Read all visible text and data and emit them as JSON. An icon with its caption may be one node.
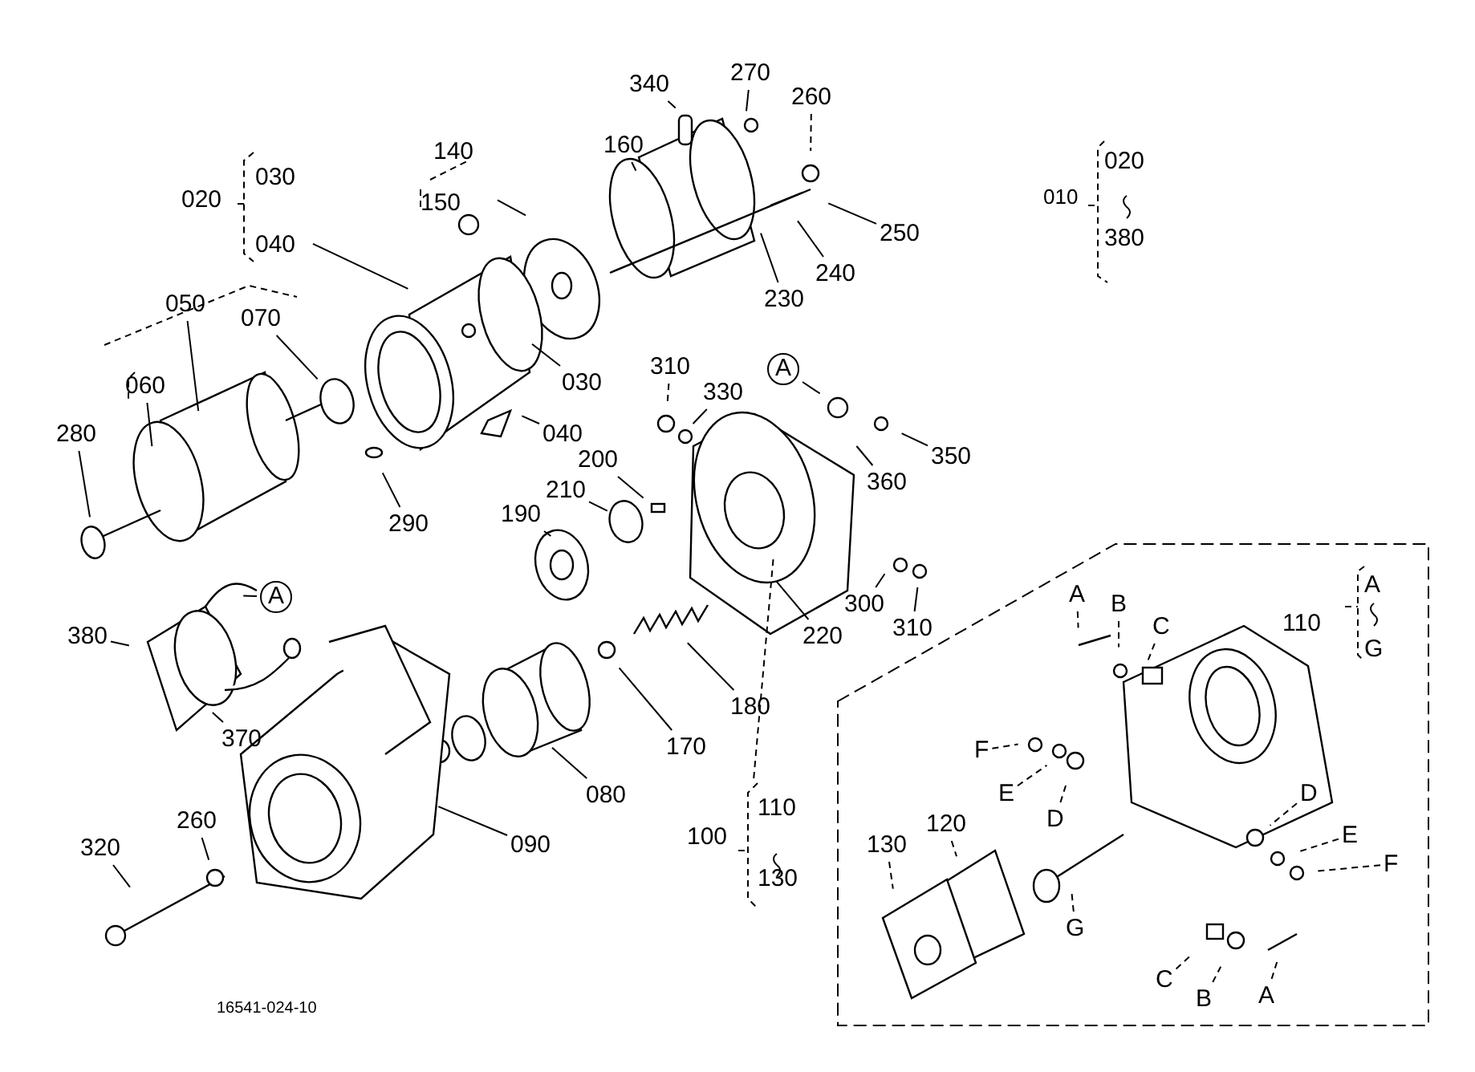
{
  "diagram": {
    "nodes": [
      {
        "text": [
          "270"
        ]
      },
      {
        "text": [
          "340"
        ]
      },
      {
        "text": [
          "260"
        ]
      },
      {
        "text": [
          "140",
          "150"
        ]
      },
      {
        "text": [
          "160"
        ]
      },
      {
        "text": [
          "020",
          "030",
          "040"
        ]
      },
      {
        "text": [
          "250"
        ]
      },
      {
        "text": [
          "240"
        ]
      },
      {
        "text": [
          "230"
        ]
      },
      {
        "text": [
          "050"
        ]
      },
      {
        "text": [
          "070"
        ]
      },
      {
        "text": [
          "060"
        ]
      },
      {
        "text": [
          "030"
        ]
      },
      {
        "text": [
          "040"
        ]
      },
      {
        "text": [
          "310"
        ]
      },
      {
        "text": [
          "330"
        ]
      },
      {
        "text": [
          "A"
        ]
      },
      {
        "text": [
          "350"
        ]
      },
      {
        "text": [
          "360"
        ]
      },
      {
        "text": [
          "280"
        ]
      },
      {
        "text": [
          "290"
        ]
      },
      {
        "text": [
          "200"
        ]
      },
      {
        "text": [
          "210"
        ]
      },
      {
        "text": [
          "190"
        ]
      },
      {
        "text": [
          "A"
        ]
      },
      {
        "text": [
          "380"
        ]
      },
      {
        "text": [
          "300"
        ]
      },
      {
        "text": [
          "310"
        ]
      },
      {
        "text": [
          "220"
        ]
      },
      {
        "text": [
          "180"
        ]
      },
      {
        "text": [
          "170"
        ]
      },
      {
        "text": [
          "370"
        ]
      },
      {
        "text": [
          "080"
        ]
      },
      {
        "text": [
          "100",
          "110",
          "130"
        ]
      },
      {
        "text": [
          "260"
        ]
      },
      {
        "text": [
          "320"
        ]
      },
      {
        "text": [
          "090"
        ]
      },
      {
        "text": [],
        "shape": "box"
      },
      {
        "text": [
          "A"
        ],
        "in": 37
      },
      {
        "text": [
          "B"
        ],
        "in": 37
      },
      {
        "text": [
          "C"
        ],
        "in": 37
      },
      {
        "text": [
          "F"
        ],
        "in": 37
      },
      {
        "text": [
          "E"
        ],
        "in": 37
      },
      {
        "text": [
          "D"
        ],
        "in": 37
      },
      {
        "text": [
          "120"
        ],
        "in": 37
      },
      {
        "text": [
          "130"
        ],
        "in": 37
      },
      {
        "text": [
          "D"
        ],
        "in": 37
      },
      {
        "text": [
          "E"
        ],
        "in": 37
      },
      {
        "text": [
          "F"
        ],
        "in": 37
      },
      {
        "text": [
          "G"
        ],
        "in": 37
      },
      {
        "text": [
          "C"
        ],
        "in": 37
      },
      {
        "text": [
          "B"
        ],
        "in": 37
      },
      {
        "text": [
          "A"
        ],
        "in": 37
      }
    ],
    "edges": [
      {
        "from": 0,
        "to": null,
        "arrow": "none"
      },
      {
        "from": 1,
        "to": null,
        "arrow": "none"
      },
      {
        "from": 2,
        "to": null,
        "arrow": "none",
        "style": "dashed"
      },
      {
        "from": 3,
        "to": null,
        "arrow": "none"
      },
      {
        "from": 4,
        "to": null,
        "arrow": "none"
      },
      {
        "from": 5,
        "to": null,
        "arrow": "none"
      },
      {
        "from": 6,
        "to": null,
        "arrow": "none"
      },
      {
        "from": 7,
        "to": null,
        "arrow": "none"
      },
      {
        "from": 8,
        "to": null,
        "arrow": "none"
      },
      {
        "from": 9,
        "to": null,
        "arrow": "none"
      },
      {
        "from": 10,
        "to": null,
        "arrow": "none"
      },
      {
        "from": 11,
        "to": null,
        "arrow": "none"
      },
      {
        "from": 12,
        "to": null,
        "arrow": "none"
      },
      {
        "from": 13,
        "to": null,
        "arrow": "none"
      },
      {
        "from": 14,
        "to": null,
        "arrow": "none",
        "style": "dashed"
      },
      {
        "from": 15,
        "to": null,
        "arrow": "none"
      },
      {
        "from": 16,
        "to": null,
        "arrow": "none"
      },
      {
        "from": 17,
        "to": null,
        "arrow": "none"
      },
      {
        "from": 18,
        "to": null,
        "arrow": "none"
      },
      {
        "from": 19,
        "to": null,
        "arrow": "none"
      },
      {
        "from": 20,
        "to": null,
        "arrow": "none"
      },
      {
        "from": 21,
        "to": null,
        "arrow": "none"
      },
      {
        "from": 22,
        "to": null,
        "arrow": "none"
      },
      {
        "from": 23,
        "to": null,
        "arrow": "none"
      },
      {
        "from": 24,
        "to": null,
        "arrow": "none"
      },
      {
        "from": 25,
        "to": null,
        "arrow": "none"
      },
      {
        "from": 26,
        "to": null,
        "arrow": "none"
      },
      {
        "from": 27,
        "to": null,
        "arrow": "none"
      },
      {
        "from": 28,
        "to": null,
        "arrow": "none"
      },
      {
        "from": 29,
        "to": null,
        "arrow": "none"
      },
      {
        "from": 30,
        "to": null,
        "arrow": "none"
      },
      {
        "from": 31,
        "to": null,
        "arrow": "none"
      },
      {
        "from": 32,
        "to": null,
        "arrow": "none"
      },
      {
        "from": 33,
        "to": null,
        "arrow": "none",
        "style": "dashed"
      },
      {
        "from": 34,
        "to": null,
        "arrow": "none"
      },
      {
        "from": 35,
        "to": null,
        "arrow": "none"
      },
      {
        "from": 36,
        "to": null,
        "arrow": "none"
      },
      {
        "from": 38,
        "to": null,
        "arrow": "none",
        "style": "dashed"
      },
      {
        "from": 39,
        "to": null,
        "arrow": "none",
        "style": "dashed"
      },
      {
        "from": 40,
        "to": null,
        "arrow": "none",
        "style": "dashed"
      },
      {
        "from": 41,
        "to": null,
        "arrow": "none",
        "style": "dashed"
      },
      {
        "from": 42,
        "to": null,
        "arrow": "none",
        "style": "dashed"
      },
      {
        "from": 43,
        "to": null,
        "arrow": "none",
        "style": "dashed"
      },
      {
        "from": 44,
        "to": null,
        "arrow": "none",
        "style": "dashed"
      },
      {
        "from": 45,
        "to": null,
        "arrow": "none",
        "style": "dashed"
      },
      {
        "from": 46,
        "to": null,
        "arrow": "none",
        "style": "dashed"
      },
      {
        "from": 47,
        "to": null,
        "arrow": "none",
        "style": "dashed"
      },
      {
        "from": 48,
        "to": null,
        "arrow": "none",
        "style": "dashed"
      },
      {
        "from": 49,
        "to": null,
        "arrow": "none",
        "style": "dashed"
      },
      {
        "from": 50,
        "to": null,
        "arrow": "none",
        "style": "dashed"
      },
      {
        "from": 51,
        "to": null,
        "arrow": "none",
        "style": "dashed"
      },
      {
        "from": 52,
        "to": null,
        "arrow": "none",
        "style": "dashed"
      }
    ],
    "labels": [
      "010",
      "020",
      "380",
      "110",
      "A",
      "G",
      "16541-024-10"
    ]
  }
}
